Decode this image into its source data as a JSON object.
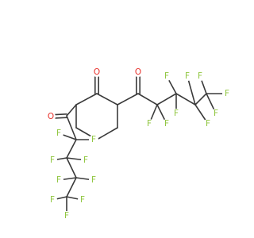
{
  "colors": {
    "bond": "#3a3a3a",
    "fluorine": "#8fc63f",
    "oxygen": "#e8322c",
    "background": "#ffffff"
  },
  "atoms": [
    {
      "id": "O1",
      "element": "O",
      "label": "O"
    },
    {
      "id": "O2",
      "element": "O",
      "label": "O"
    },
    {
      "id": "O3",
      "element": "O",
      "label": "O"
    },
    {
      "id": "F1",
      "element": "F",
      "label": "F"
    },
    {
      "id": "F2",
      "element": "F",
      "label": "F"
    },
    {
      "id": "F3",
      "element": "F",
      "label": "F"
    },
    {
      "id": "F4",
      "element": "F",
      "label": "F"
    },
    {
      "id": "F5",
      "element": "F",
      "label": "F"
    },
    {
      "id": "F6",
      "element": "F",
      "label": "F"
    },
    {
      "id": "F7",
      "element": "F",
      "label": "F"
    },
    {
      "id": "F8",
      "element": "F",
      "label": "F"
    },
    {
      "id": "F9",
      "element": "F",
      "label": "F"
    },
    {
      "id": "F10",
      "element": "F",
      "label": "F"
    },
    {
      "id": "F11",
      "element": "F",
      "label": "F"
    },
    {
      "id": "F12",
      "element": "F",
      "label": "F"
    },
    {
      "id": "F13",
      "element": "F",
      "label": "F"
    },
    {
      "id": "F14",
      "element": "F",
      "label": "F"
    },
    {
      "id": "F15",
      "element": "F",
      "label": "F"
    },
    {
      "id": "F16",
      "element": "F",
      "label": "F"
    },
    {
      "id": "F17",
      "element": "F",
      "label": "F"
    },
    {
      "id": "F18",
      "element": "F",
      "label": "F"
    }
  ]
}
